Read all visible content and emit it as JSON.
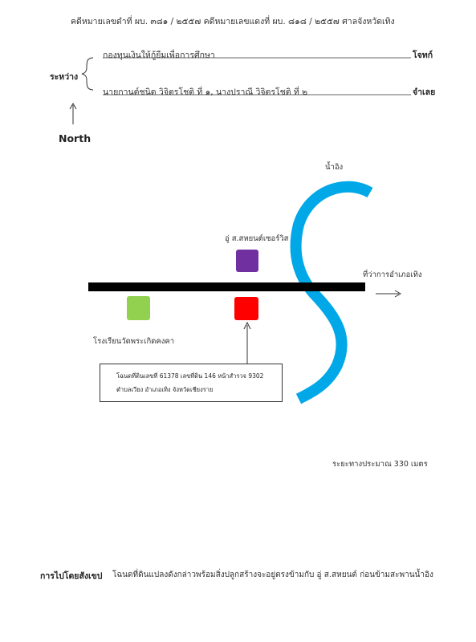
{
  "header": {
    "case_numbers": "คดีหมายเลขดำที่  ผบ. ๓๘๑ / ๒๕๕๗ คดีหมายเลขแดงที่  ผบ. ๘๑๘ / ๒๕๕๗   ศาลจังหวัดเทิง"
  },
  "parties": {
    "between_label": "ระหว่าง",
    "plaintiff_name": "กองทุนเงินให้กู้ยืมเพื่อการศึกษา",
    "plaintiff_role": "โจทก์",
    "defendant_name": "นายกานต์ชนิด  วิจิตรโชติ  ที่ ๑, นางปราณี  วิจิตรโชติ  ที่ ๒",
    "defendant_role": "จำเลย"
  },
  "map": {
    "north_label": "North",
    "river_label": "น้ำอิง",
    "garage_label": "อู่ ส.สหยนต์เซอร์วิส",
    "district_office_label": "ที่ว่าการอำเภอเทิง",
    "school_label": "โรงเรียนวัดพระเกิดคงคา",
    "deed_line1": "โฉนดที่ดินเลขที่ 61378 เลขที่ดิน 146 หน้าสำรวจ 9302",
    "deed_line2": "ตำบลเวียง  อำเภอเทิง  จังหวัดเชียงราย",
    "distance_note": "ระยะทางประมาณ 330 เมตร",
    "colors": {
      "river": "#00a8e8",
      "road": "#000000",
      "garage_marker": "#7030a0",
      "property_marker": "#ff0000",
      "school_marker": "#92d050"
    }
  },
  "summary": {
    "label": "การไปโดยสังเขป",
    "text": "โฉนดที่ดินแปลงดังกล่าวพร้อมสิ่งปลูกสร้างจะอยู่ตรงข้ามกับ อู่ ส.สหยนต์ ก่อนข้ามสะพานน้ำอิง"
  }
}
